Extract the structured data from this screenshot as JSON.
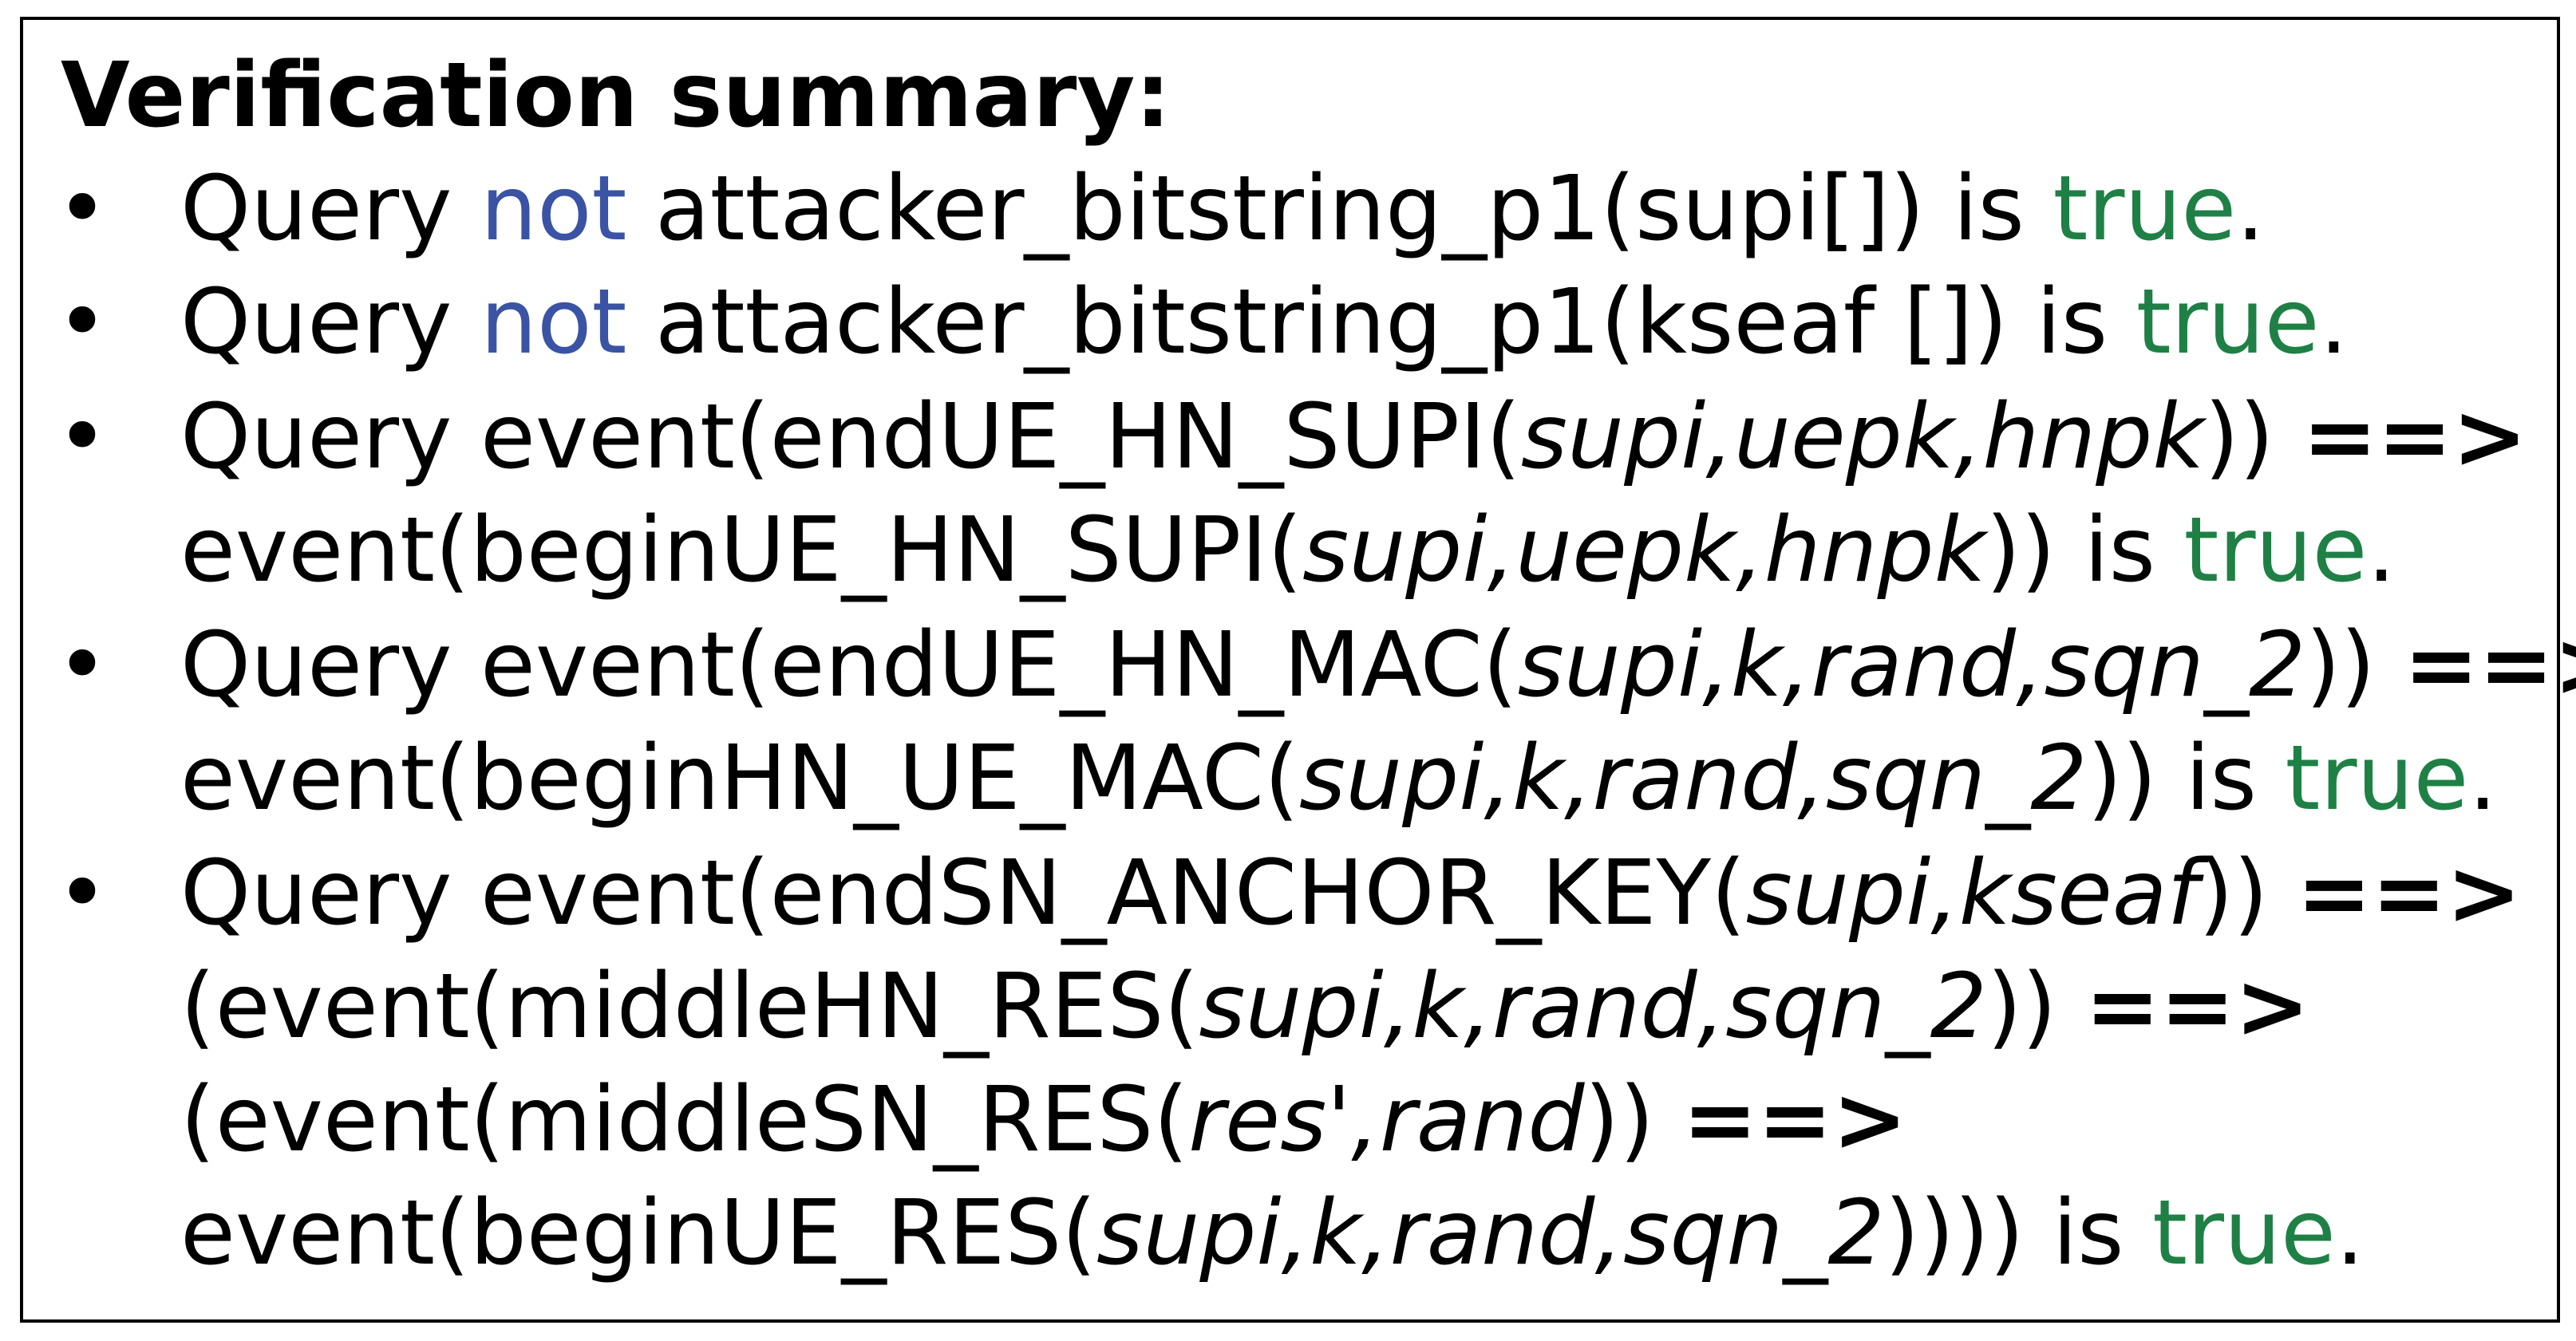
{
  "title": "Verification summary:",
  "bullet_symbol": "•",
  "colors": {
    "keyword_not": "#3a53a4",
    "result_true": "#1f8046",
    "border": "#000000"
  },
  "queries": [
    {
      "lines": [
        [
          {
            "t": "Query "
          },
          {
            "t": "not",
            "s": "kw"
          },
          {
            "t": " attacker_bitstring_p1(supi[]) is "
          },
          {
            "t": "true",
            "s": "ok"
          },
          {
            "t": "."
          }
        ]
      ]
    },
    {
      "lines": [
        [
          {
            "t": "Query "
          },
          {
            "t": "not",
            "s": "kw"
          },
          {
            "t": " attacker_bitstring_p1(kseaf []) is "
          },
          {
            "t": "true",
            "s": "ok"
          },
          {
            "t": "."
          }
        ]
      ]
    },
    {
      "lines": [
        [
          {
            "t": "Query event(endUE_HN_SUPI("
          },
          {
            "t": "supi,uepk,hnpk",
            "s": "it"
          },
          {
            "t": ")) "
          },
          {
            "t": "==>",
            "s": "arrow"
          }
        ],
        [
          {
            "t": "event(beginUE_HN_SUPI("
          },
          {
            "t": "supi,uepk,hnpk",
            "s": "it"
          },
          {
            "t": ")) is  "
          },
          {
            "t": "true",
            "s": "ok"
          },
          {
            "t": "."
          }
        ]
      ]
    },
    {
      "lines": [
        [
          {
            "t": "Query event(endUE_HN_MAC("
          },
          {
            "t": "supi,k,rand,sqn_2",
            "s": "it"
          },
          {
            "t": ")) "
          },
          {
            "t": "==>",
            "s": "arrow"
          }
        ],
        [
          {
            "t": "event(beginHN_UE_MAC("
          },
          {
            "t": "supi,k,rand,sqn_2",
            "s": "it"
          },
          {
            "t": ")) is "
          },
          {
            "t": "true",
            "s": "ok"
          },
          {
            "t": "."
          }
        ]
      ]
    },
    {
      "lines": [
        [
          {
            "t": "Query event(endSN_ANCHOR_KEY("
          },
          {
            "t": "supi,kseaf",
            "s": "it"
          },
          {
            "t": ")) "
          },
          {
            "t": "==>",
            "s": "arrow"
          }
        ],
        [
          {
            "t": "(event(middleHN_RES("
          },
          {
            "t": "supi,k,rand,sqn_2",
            "s": "it"
          },
          {
            "t": ")) "
          },
          {
            "t": "==>",
            "s": "arrow"
          }
        ],
        [
          {
            "t": "(event(middleSN_RES("
          },
          {
            "t": "res',rand",
            "s": "it"
          },
          {
            "t": ")) "
          },
          {
            "t": "==>",
            "s": "arrow"
          }
        ],
        [
          {
            "t": "event(beginUE_RES("
          },
          {
            "t": "supi,k,rand,sqn_2",
            "s": "it"
          },
          {
            "t": ")))) is "
          },
          {
            "t": "true",
            "s": "ok"
          },
          {
            "t": "."
          }
        ]
      ]
    }
  ]
}
